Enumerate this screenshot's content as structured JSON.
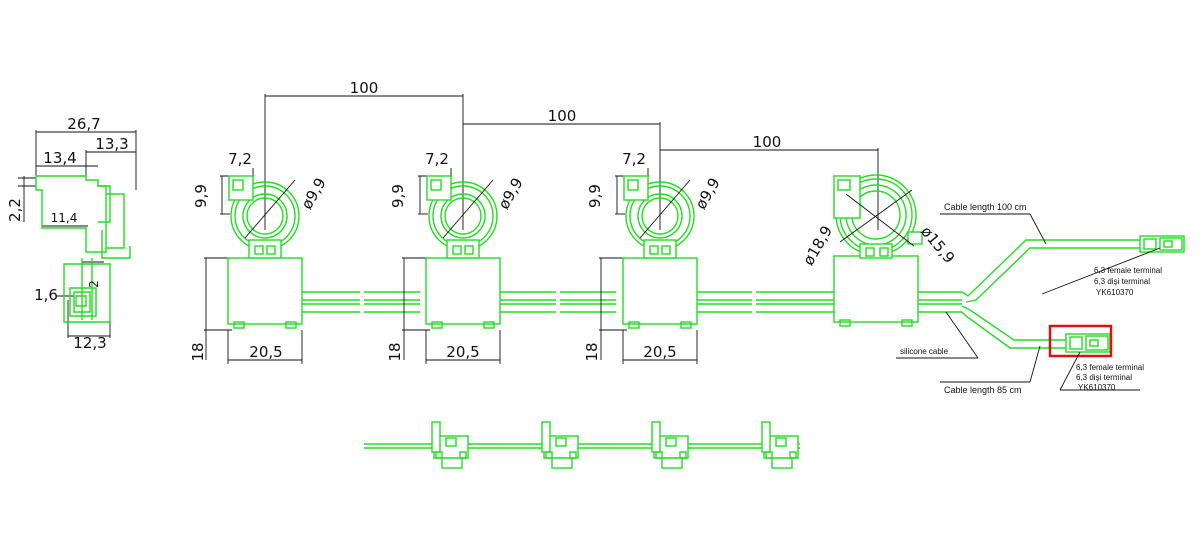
{
  "colors": {
    "part_stroke": "#22dd22",
    "dimension_stroke": "#111111",
    "highlight": "#dd1111",
    "background": "#ffffff"
  },
  "side_view": {
    "dim_26_7": "26,7",
    "dim_13_4": "13,4",
    "dim_13_3": "13,3",
    "dim_2_2": "2,2",
    "dim_11_4": "11,4",
    "dim_1_6": "1,6",
    "dim_2": "2",
    "dim_12_3": "12,3"
  },
  "pitch": {
    "a": "100",
    "b": "100",
    "c": "100"
  },
  "holders": [
    {
      "width": "7,2",
      "height": "9,9",
      "diameter": "ø9,9",
      "body_width": "20,5",
      "body_height": "18"
    },
    {
      "width": "7,2",
      "height": "9,9",
      "diameter": "ø9,9",
      "body_width": "20,5",
      "body_height": "18"
    },
    {
      "width": "7,2",
      "height": "9,9",
      "diameter": "ø9,9",
      "body_width": "20,5",
      "body_height": "18"
    }
  ],
  "last_holder": {
    "outer": "ø18,9",
    "inner": "ø15,9"
  },
  "cable": {
    "top_length": "Cable length 100 cm",
    "bottom_length": "Cable length 85 cm",
    "silicone": "silicone cable"
  },
  "terminal_top": {
    "line1": "6,3 female terminal",
    "line2": "6,3 dişi terminal",
    "line3": "YK610370"
  },
  "terminal_bottom": {
    "line1": "6,3 female terminal",
    "line2": "6,3 dişi terminal",
    "line3": "YK610370"
  }
}
